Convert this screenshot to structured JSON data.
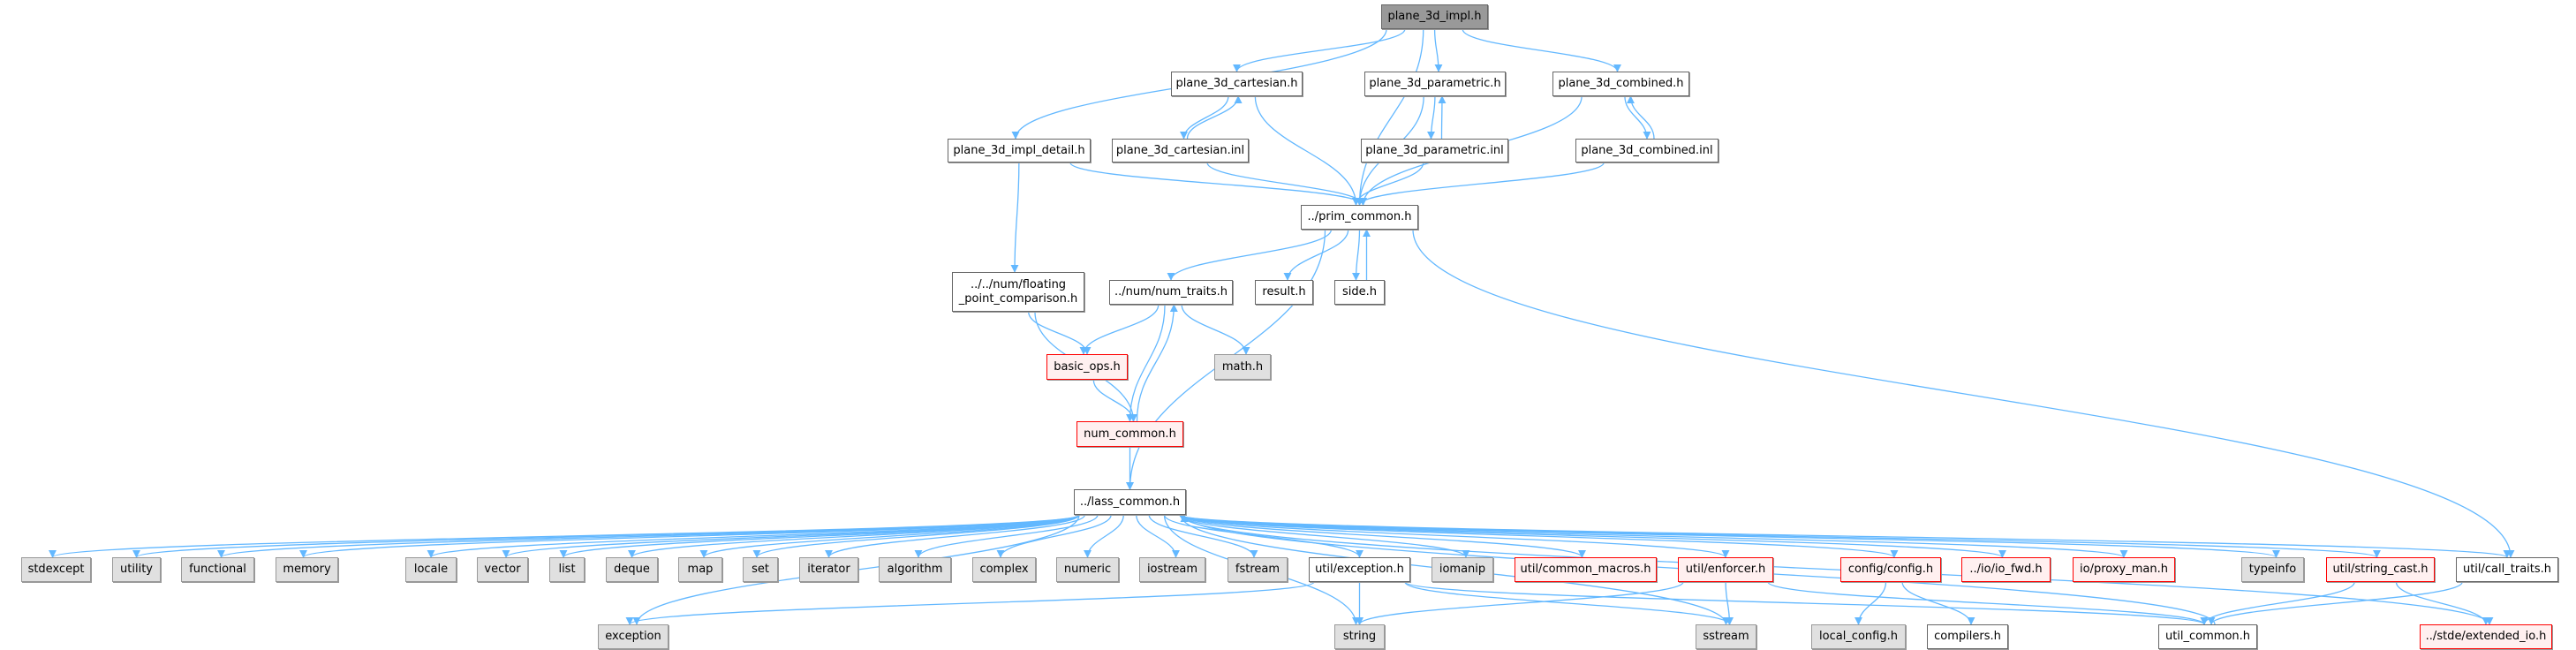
{
  "colors": {
    "edge": "#63b8ff",
    "main_fill": "#999999",
    "gray_fill": "#e0e0e0",
    "red_border": "#ff0000",
    "red_fill": "#fff0f0"
  },
  "nodes": [
    {
      "id": "impl",
      "label": "plane_3d_impl.h",
      "kind": "main"
    },
    {
      "id": "cart_h",
      "label": "plane_3d_cartesian.h",
      "kind": "white"
    },
    {
      "id": "para_h",
      "label": "plane_3d_parametric.h",
      "kind": "white"
    },
    {
      "id": "comb_h",
      "label": "plane_3d_combined.h",
      "kind": "white"
    },
    {
      "id": "detail",
      "label": "plane_3d_impl_detail.h",
      "kind": "white"
    },
    {
      "id": "cart_inl",
      "label": "plane_3d_cartesian.inl",
      "kind": "white"
    },
    {
      "id": "para_inl",
      "label": "plane_3d_parametric.inl",
      "kind": "white"
    },
    {
      "id": "comb_inl",
      "label": "plane_3d_combined.inl",
      "kind": "white"
    },
    {
      "id": "prim",
      "label": "../prim_common.h",
      "kind": "white"
    },
    {
      "id": "floating",
      "label": "../../num/floating\n_point_comparison.h",
      "kind": "white"
    },
    {
      "id": "num_traits",
      "label": "../num/num_traits.h",
      "kind": "white"
    },
    {
      "id": "result",
      "label": "result.h",
      "kind": "white"
    },
    {
      "id": "side",
      "label": "side.h",
      "kind": "white"
    },
    {
      "id": "basic_ops",
      "label": "basic_ops.h",
      "kind": "red"
    },
    {
      "id": "math",
      "label": "math.h",
      "kind": "gray"
    },
    {
      "id": "num_common",
      "label": "num_common.h",
      "kind": "red"
    },
    {
      "id": "lass",
      "label": "../lass_common.h",
      "kind": "white"
    },
    {
      "id": "stdexcept",
      "label": "stdexcept",
      "kind": "gray"
    },
    {
      "id": "utility",
      "label": "utility",
      "kind": "gray"
    },
    {
      "id": "functional",
      "label": "functional",
      "kind": "gray"
    },
    {
      "id": "memory",
      "label": "memory",
      "kind": "gray"
    },
    {
      "id": "locale",
      "label": "locale",
      "kind": "gray"
    },
    {
      "id": "vector",
      "label": "vector",
      "kind": "gray"
    },
    {
      "id": "list",
      "label": "list",
      "kind": "gray"
    },
    {
      "id": "deque",
      "label": "deque",
      "kind": "gray"
    },
    {
      "id": "map",
      "label": "map",
      "kind": "gray"
    },
    {
      "id": "set",
      "label": "set",
      "kind": "gray"
    },
    {
      "id": "iterator",
      "label": "iterator",
      "kind": "gray"
    },
    {
      "id": "algorithm",
      "label": "algorithm",
      "kind": "gray"
    },
    {
      "id": "complex",
      "label": "complex",
      "kind": "gray"
    },
    {
      "id": "numeric",
      "label": "numeric",
      "kind": "gray"
    },
    {
      "id": "iostream",
      "label": "iostream",
      "kind": "gray"
    },
    {
      "id": "fstream",
      "label": "fstream",
      "kind": "gray"
    },
    {
      "id": "exc_h",
      "label": "util/exception.h",
      "kind": "white"
    },
    {
      "id": "iomanip",
      "label": "iomanip",
      "kind": "gray"
    },
    {
      "id": "macros",
      "label": "util/common_macros.h",
      "kind": "red"
    },
    {
      "id": "enforcer",
      "label": "util/enforcer.h",
      "kind": "red"
    },
    {
      "id": "config",
      "label": "config/config.h",
      "kind": "red"
    },
    {
      "id": "io_fwd",
      "label": "../io/io_fwd.h",
      "kind": "red"
    },
    {
      "id": "proxy",
      "label": "io/proxy_man.h",
      "kind": "red"
    },
    {
      "id": "typeinfo",
      "label": "typeinfo",
      "kind": "gray"
    },
    {
      "id": "string_cast",
      "label": "util/string_cast.h",
      "kind": "red"
    },
    {
      "id": "call_traits",
      "label": "util/call_traits.h",
      "kind": "white"
    },
    {
      "id": "exception",
      "label": "exception",
      "kind": "gray"
    },
    {
      "id": "string",
      "label": "string",
      "kind": "gray"
    },
    {
      "id": "sstream",
      "label": "sstream",
      "kind": "gray"
    },
    {
      "id": "local_config",
      "label": "local_config.h",
      "kind": "gray"
    },
    {
      "id": "compilers",
      "label": "compilers.h",
      "kind": "white"
    },
    {
      "id": "util_common",
      "label": "util_common.h",
      "kind": "white"
    },
    {
      "id": "ext_io",
      "label": "../stde/extended_io.h",
      "kind": "red"
    }
  ],
  "edges": [
    [
      "impl",
      "detail"
    ],
    [
      "impl",
      "cart_h"
    ],
    [
      "impl",
      "para_h"
    ],
    [
      "impl",
      "comb_h"
    ],
    [
      "impl",
      "prim"
    ],
    [
      "cart_h",
      "cart_inl"
    ],
    [
      "cart_h",
      "prim"
    ],
    [
      "cart_inl",
      "cart_h"
    ],
    [
      "cart_inl",
      "prim"
    ],
    [
      "para_h",
      "para_inl"
    ],
    [
      "para_h",
      "prim"
    ],
    [
      "para_inl",
      "para_h"
    ],
    [
      "para_inl",
      "prim"
    ],
    [
      "comb_h",
      "comb_inl"
    ],
    [
      "comb_h",
      "prim"
    ],
    [
      "comb_inl",
      "comb_h"
    ],
    [
      "comb_inl",
      "prim"
    ],
    [
      "detail",
      "prim"
    ],
    [
      "detail",
      "floating"
    ],
    [
      "prim",
      "num_traits"
    ],
    [
      "prim",
      "result"
    ],
    [
      "prim",
      "side"
    ],
    [
      "prim",
      "lass"
    ],
    [
      "prim",
      "call_traits"
    ],
    [
      "side",
      "prim"
    ],
    [
      "floating",
      "basic_ops"
    ],
    [
      "floating",
      "num_common"
    ],
    [
      "num_traits",
      "basic_ops"
    ],
    [
      "num_traits",
      "num_common"
    ],
    [
      "num_traits",
      "math"
    ],
    [
      "num_common",
      "num_traits"
    ],
    [
      "num_common",
      "lass"
    ],
    [
      "basic_ops",
      "num_common"
    ],
    [
      "lass",
      "stdexcept"
    ],
    [
      "lass",
      "utility"
    ],
    [
      "lass",
      "functional"
    ],
    [
      "lass",
      "memory"
    ],
    [
      "lass",
      "locale"
    ],
    [
      "lass",
      "vector"
    ],
    [
      "lass",
      "list"
    ],
    [
      "lass",
      "deque"
    ],
    [
      "lass",
      "map"
    ],
    [
      "lass",
      "set"
    ],
    [
      "lass",
      "iterator"
    ],
    [
      "lass",
      "algorithm"
    ],
    [
      "lass",
      "complex"
    ],
    [
      "lass",
      "numeric"
    ],
    [
      "lass",
      "iostream"
    ],
    [
      "lass",
      "fstream"
    ],
    [
      "lass",
      "exc_h"
    ],
    [
      "lass",
      "iomanip"
    ],
    [
      "lass",
      "macros"
    ],
    [
      "lass",
      "enforcer"
    ],
    [
      "lass",
      "config"
    ],
    [
      "lass",
      "io_fwd"
    ],
    [
      "lass",
      "proxy"
    ],
    [
      "lass",
      "typeinfo"
    ],
    [
      "lass",
      "string_cast"
    ],
    [
      "lass",
      "call_traits"
    ],
    [
      "lass",
      "exception"
    ],
    [
      "lass",
      "string"
    ],
    [
      "lass",
      "sstream"
    ],
    [
      "lass",
      "ext_io"
    ],
    [
      "exc_h",
      "exception"
    ],
    [
      "exc_h",
      "string"
    ],
    [
      "exc_h",
      "sstream"
    ],
    [
      "exc_h",
      "util_common"
    ],
    [
      "enforcer",
      "string"
    ],
    [
      "enforcer",
      "sstream"
    ],
    [
      "enforcer",
      "util_common"
    ],
    [
      "config",
      "local_config"
    ],
    [
      "config",
      "compilers"
    ],
    [
      "string_cast",
      "util_common"
    ],
    [
      "string_cast",
      "ext_io"
    ],
    [
      "call_traits",
      "util_common"
    ],
    [
      "util_common",
      "lass"
    ]
  ]
}
